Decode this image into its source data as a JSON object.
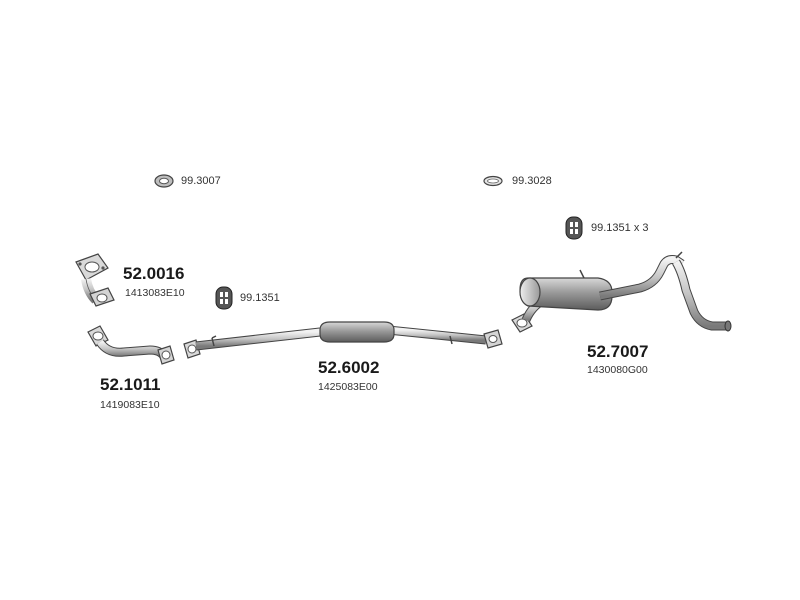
{
  "parts": {
    "gasket_a": {
      "code": "99.3007"
    },
    "gasket_b": {
      "code": "99.3028"
    },
    "hanger_rear": {
      "code": "99.1351 x 3"
    },
    "hanger_mid": {
      "code": "99.1351"
    },
    "flange_part": {
      "number": "52.0016",
      "oe": "1413083E10"
    },
    "front_pipe": {
      "number": "52.1011",
      "oe": "1419083E10"
    },
    "center_pipe": {
      "number": "52.6002",
      "oe": "1425083E00"
    },
    "rear_muffler": {
      "number": "52.7007",
      "oe": "1430080G00"
    }
  },
  "colors": {
    "metal_light": "#e6e6e6",
    "metal_mid": "#b5b5b5",
    "metal_dark": "#6a6a6a",
    "outline": "#444444"
  }
}
